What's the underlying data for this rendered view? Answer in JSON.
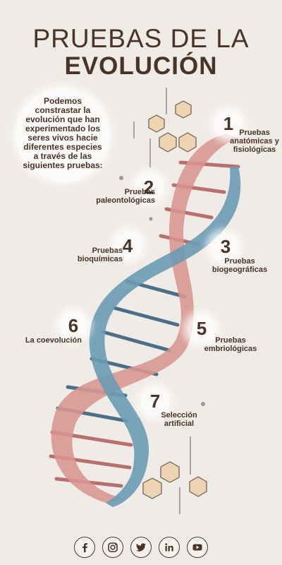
{
  "title": {
    "line1": "PRUEBAS DE LA",
    "line2": "EVOLUCIÓN"
  },
  "intro": "Podemos constrastar la evolución que han experimentado los seres vivos hacie diferentes especies a través de las siguientes pruebas:",
  "items": [
    {
      "number": "1",
      "label": "Pruebas anatómicas y fisiológicas"
    },
    {
      "number": "2",
      "label": "Pruebas paleontológicas"
    },
    {
      "number": "3",
      "label": "Pruebas biogeográficas"
    },
    {
      "number": "4",
      "label": "Pruebas bioquímicas"
    },
    {
      "number": "5",
      "label": "Pruebas embriológicas"
    },
    {
      "number": "6",
      "label": "La coevolución"
    },
    {
      "number": "7",
      "label": "Selección artificial"
    }
  ],
  "social": [
    {
      "name": "facebook-icon"
    },
    {
      "name": "instagram-icon"
    },
    {
      "name": "twitter-icon"
    },
    {
      "name": "linkedin-icon"
    },
    {
      "name": "youtube-icon"
    }
  ],
  "colors": {
    "background": "#efebe6",
    "text": "#4a3428",
    "strand_red": "#d68a86",
    "strand_blue": "#5d8ea8",
    "hexagon": "#e8c9a3"
  }
}
